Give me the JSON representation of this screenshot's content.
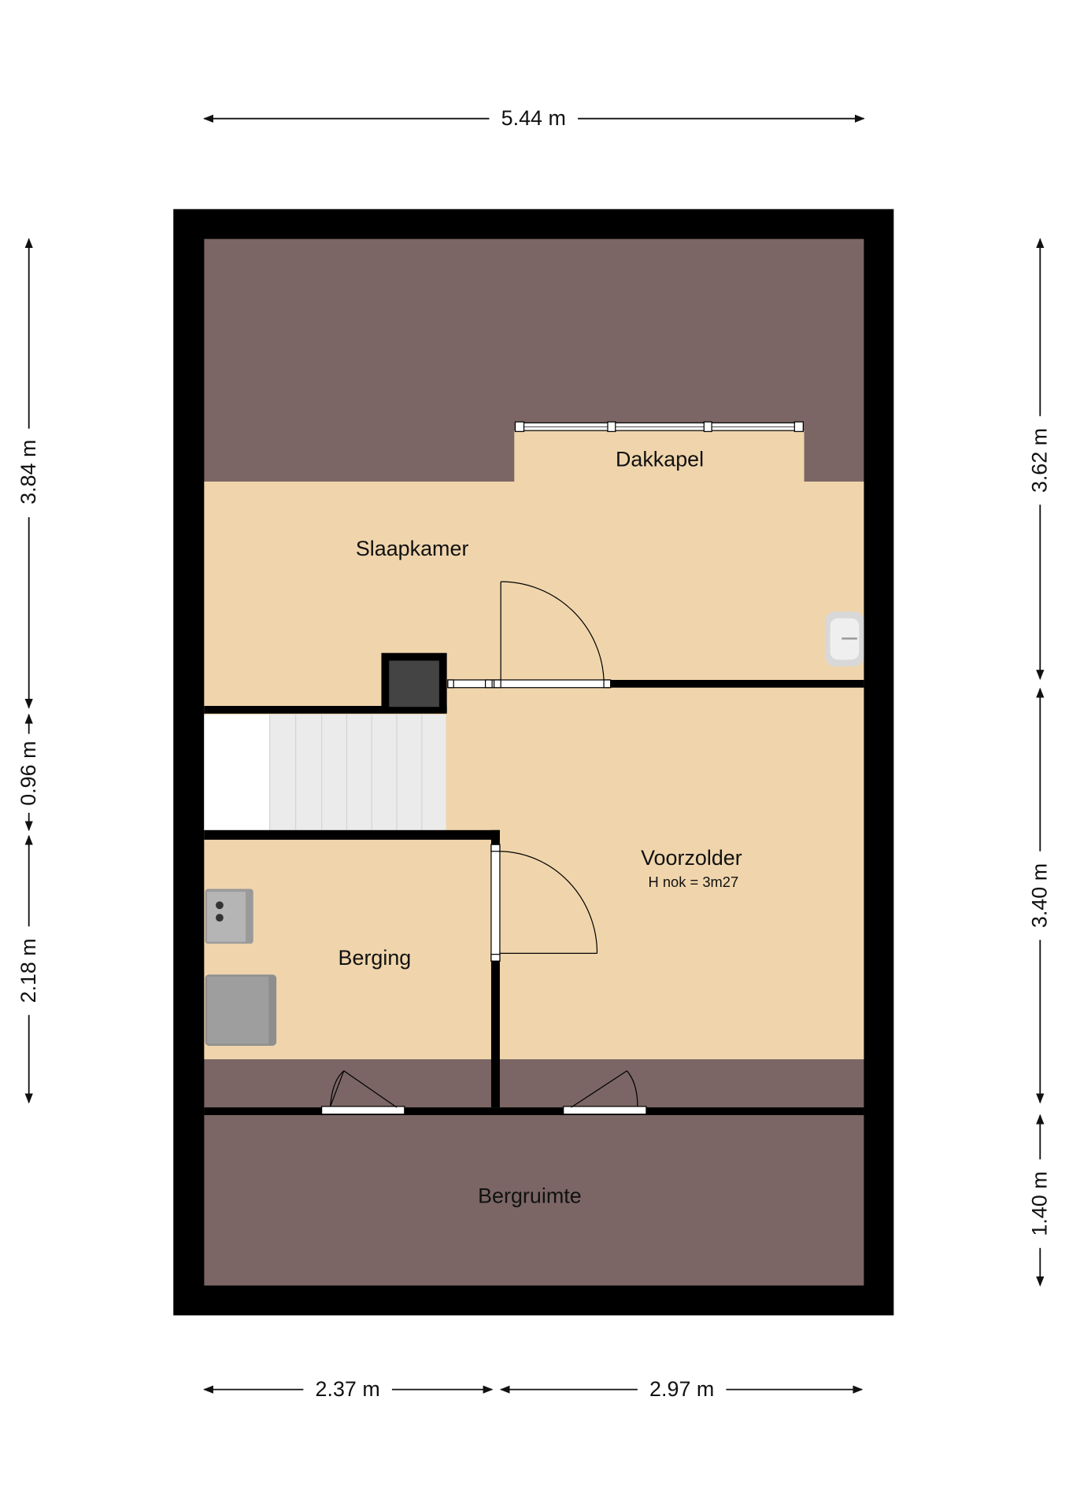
{
  "colors": {
    "wall": "#000000",
    "roof": "#7b6665",
    "floor": "#f0d5ac",
    "stairs": "#ebebeb",
    "chimney": "#444444"
  },
  "rooms": {
    "dakkapel": "Dakkapel",
    "slaapkamer": "Slaapkamer",
    "voorzolder": "Voorzolder",
    "voorzolder_note": "H nok = 3m27",
    "berging": "Berging",
    "bergruimte": "Bergruimte"
  },
  "dimensions": {
    "top": "5.44 m",
    "left_1": "3.84 m",
    "left_2": "0.96 m",
    "left_3": "2.18 m",
    "right_1": "3.62 m",
    "right_2": "3.40 m",
    "right_3": "1.40 m",
    "bottom_1": "2.37 m",
    "bottom_2": "2.97 m"
  }
}
